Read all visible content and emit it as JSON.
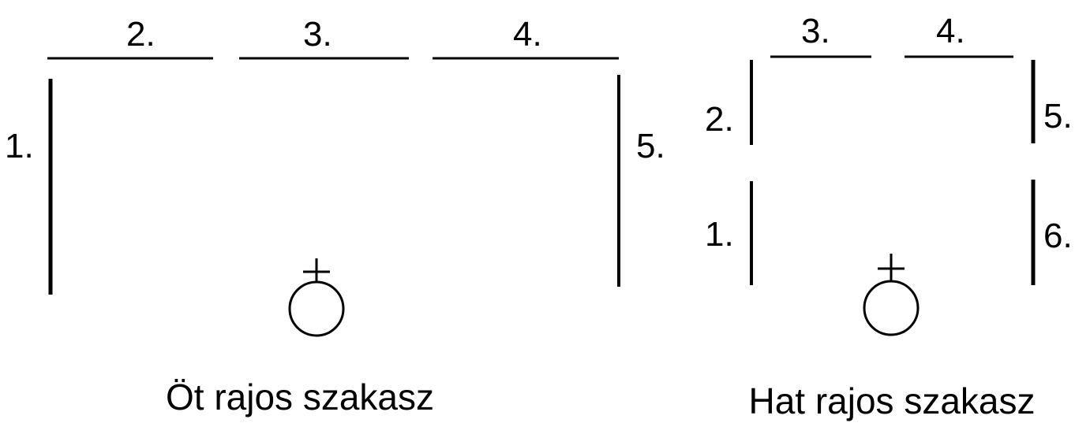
{
  "left": {
    "caption": "Öt rajos szakasz",
    "labels": [
      "1.",
      "2.",
      "3.",
      "4.",
      "5."
    ]
  },
  "right": {
    "caption": "Hat rajos szakasz",
    "labels": [
      "1.",
      "2.",
      "3.",
      "4.",
      "5.",
      "6."
    ]
  },
  "symbol": "female-cross-circle"
}
